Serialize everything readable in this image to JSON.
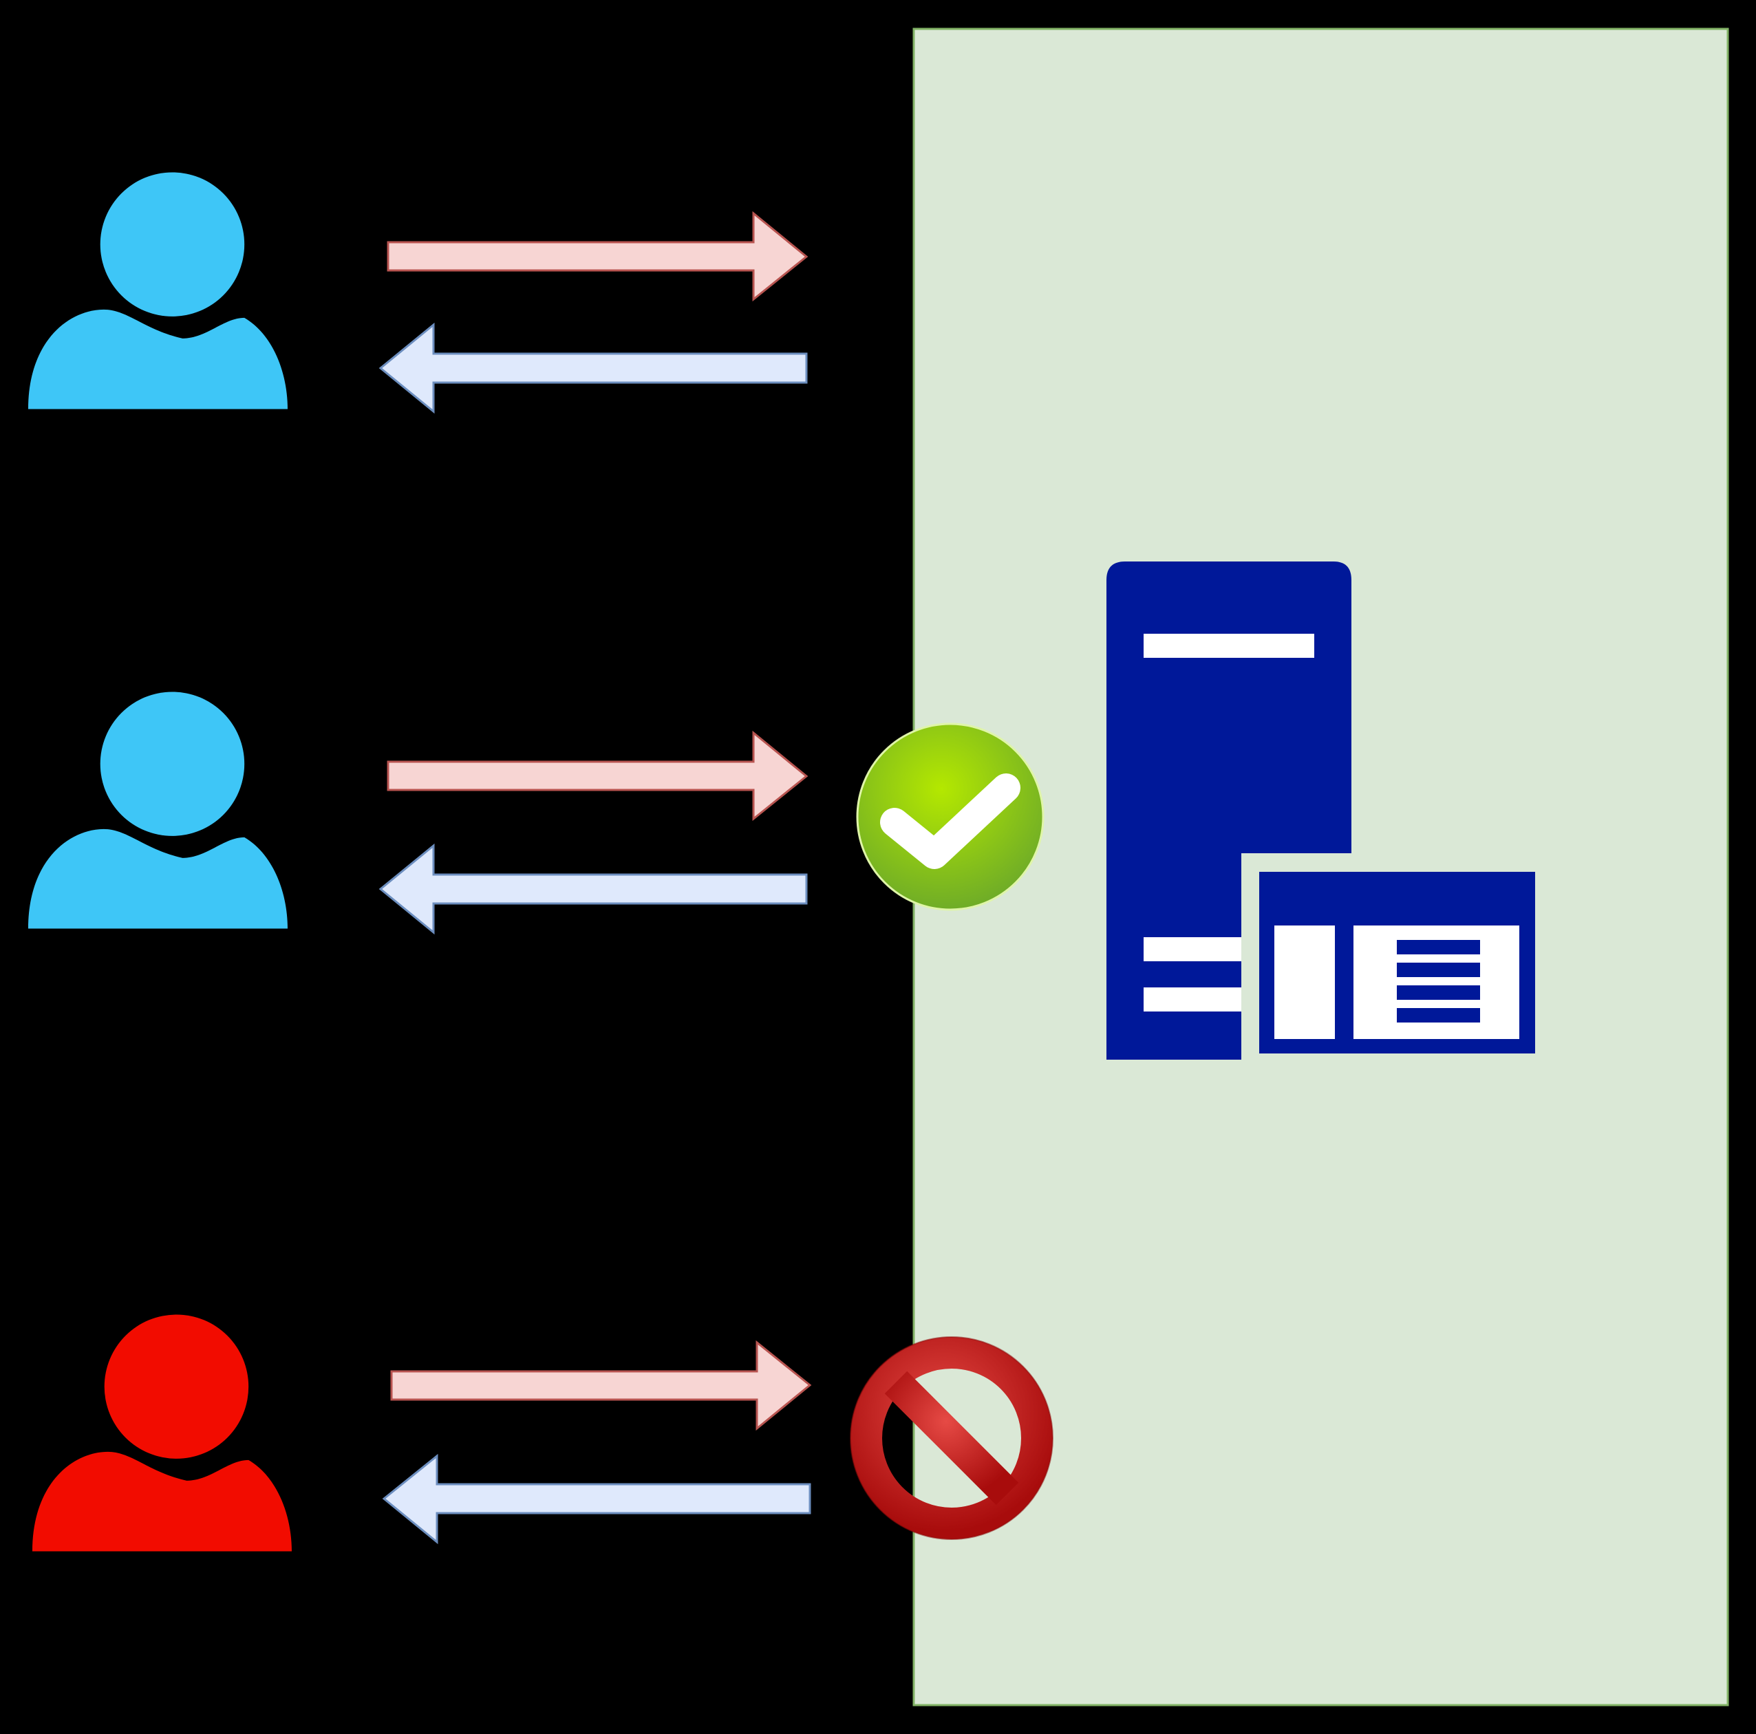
{
  "diagram": {
    "background_color": "#000000",
    "server_zone": {
      "fill": "#dae8d6",
      "stroke": "#82b366"
    },
    "server": {
      "icon": "server-with-window-icon",
      "color": "#001899",
      "window_fill": "#ffffff"
    },
    "request_arrow": {
      "fill": "#f7d5d3",
      "stroke": "#b85450"
    },
    "response_arrow": {
      "fill": "#dfe9fc",
      "stroke": "#6c8ebf"
    },
    "clients": [
      {
        "id": "client-1",
        "icon": "user-icon",
        "color": "#3ec6f7",
        "status_icon": null
      },
      {
        "id": "client-2",
        "icon": "user-icon",
        "color": "#3ec6f7",
        "status_icon": "check-badge-icon"
      },
      {
        "id": "client-3",
        "icon": "user-icon",
        "color": "#f20c00",
        "status_icon": "blocked-sign-icon"
      }
    ],
    "check_badge": {
      "gradient_top": "#b4e800",
      "gradient_bottom": "#6aa82a",
      "mark_color": "#ffffff"
    },
    "blocked_sign": {
      "gradient_top": "#e64a45",
      "gradient_bottom": "#a80c0c"
    }
  }
}
